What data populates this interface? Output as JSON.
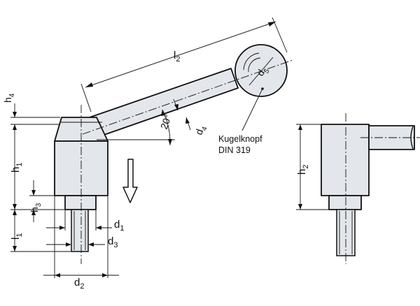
{
  "labels": {
    "l2": {
      "main": "l",
      "sub": "2"
    },
    "d5": {
      "main": "d",
      "sub": "5"
    },
    "d4": {
      "main": "d",
      "sub": "4"
    },
    "angle": "20°",
    "h4": {
      "main": "h",
      "sub": "4"
    },
    "h1": {
      "main": "h",
      "sub": "1"
    },
    "h3": {
      "main": "h",
      "sub": "3"
    },
    "l1": {
      "main": "l",
      "sub": "1"
    },
    "d1": {
      "main": "d",
      "sub": "1"
    },
    "d3": {
      "main": "d",
      "sub": "3"
    },
    "d2": {
      "main": "d",
      "sub": "2"
    },
    "h2": {
      "main": "h",
      "sub": "2"
    }
  },
  "note": {
    "line1": "Kugelknopf",
    "line2": "DIN 319"
  }
}
